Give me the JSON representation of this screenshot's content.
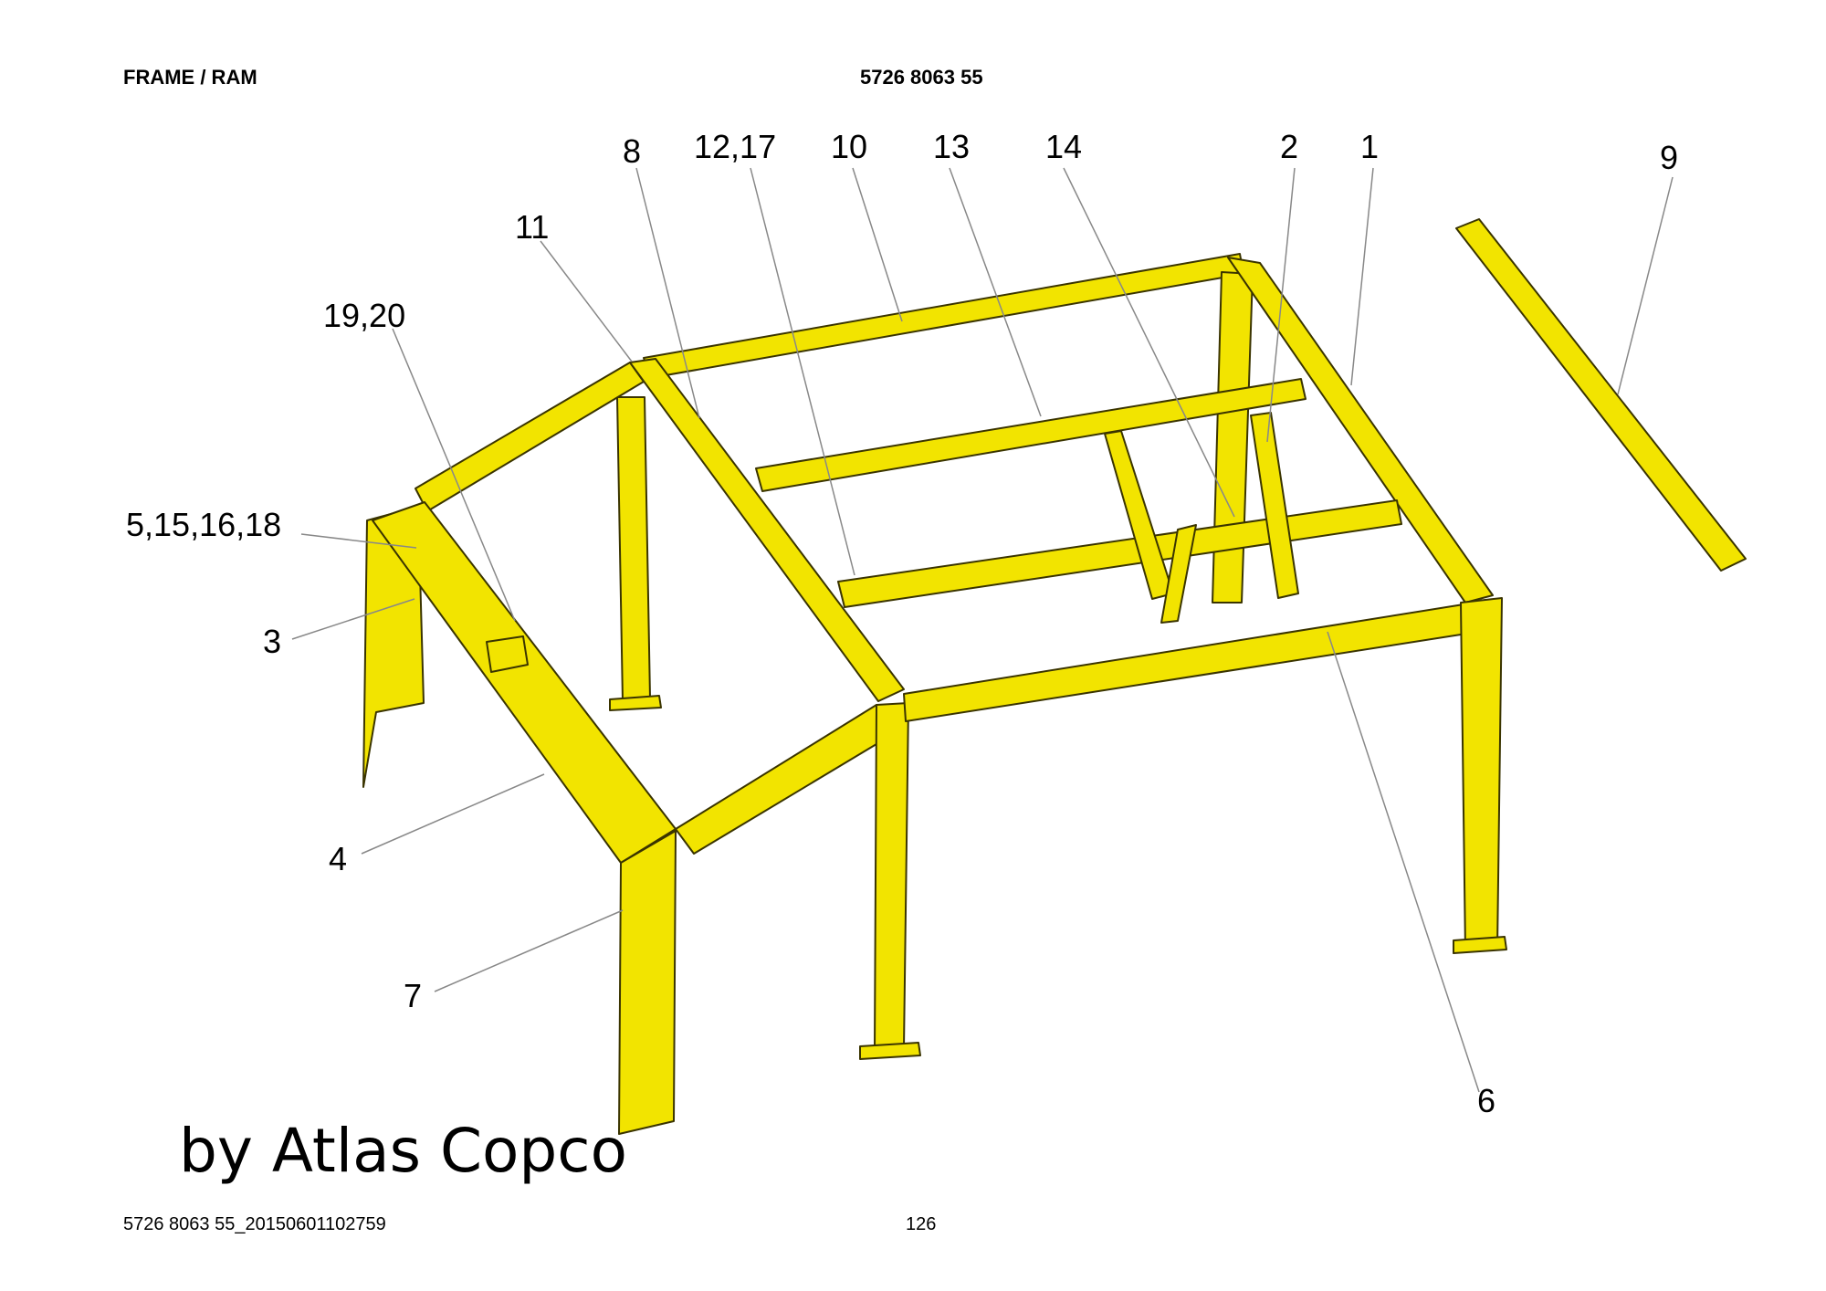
{
  "header": {
    "title": "FRAME / RAM",
    "part_number": "5726 8063 55"
  },
  "callouts": {
    "c8": "8",
    "c12_17": "12,17",
    "c10": "10",
    "c13": "13",
    "c14": "14",
    "c2": "2",
    "c1": "1",
    "c9": "9",
    "c11": "11",
    "c19_20": "19,20",
    "c5_15_16_18": "5,15,16,18",
    "c3": "3",
    "c4": "4",
    "c7": "7",
    "c6": "6"
  },
  "watermark": "by Atlas Copco",
  "footer": {
    "doc_id": "5726 8063 55_20150601102759",
    "page_number": "126"
  },
  "colors": {
    "frame_fill": "#f2e400",
    "frame_stroke": "#3a3400",
    "leader": "#888888"
  }
}
